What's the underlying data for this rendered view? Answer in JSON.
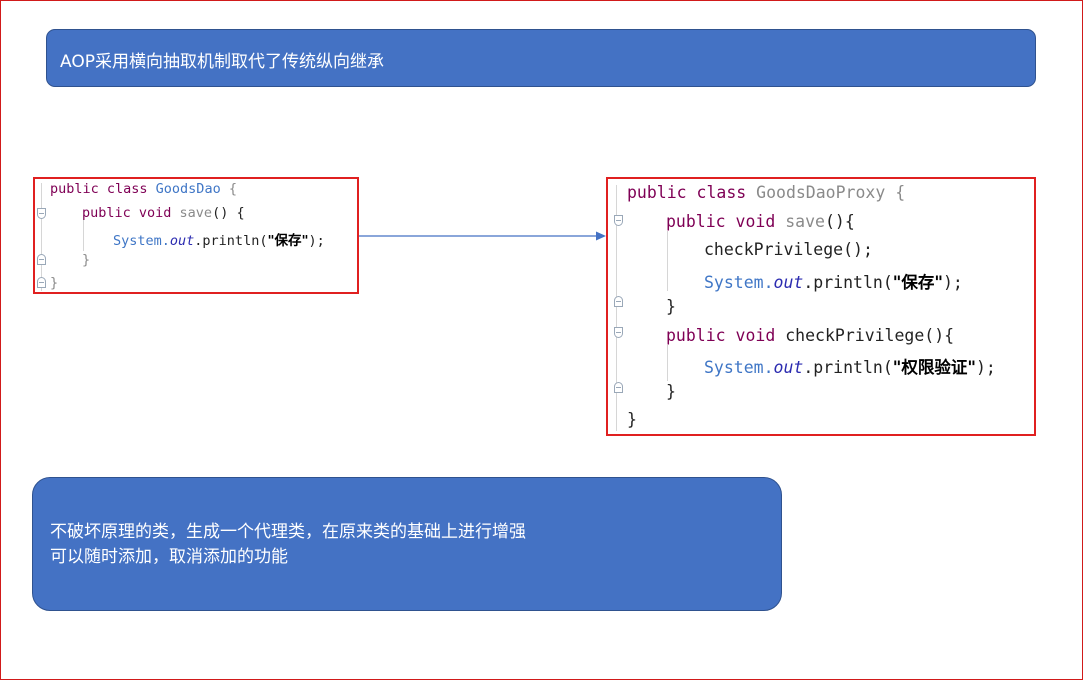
{
  "banner": {
    "text": "AOP采用横向抽取机制取代了传统纵向继承"
  },
  "note": {
    "line1": "不破坏原理的类，生成一个代理类，在原来类的基础上进行增强",
    "line2": "可以随时添加，取消添加的功能"
  },
  "original_class": {
    "l1_kw": "public class ",
    "l1_name": "GoodsDao",
    "l1_brace": " {",
    "l2_kw": "public void ",
    "l2_method": "save",
    "l2_rest": "() {",
    "l3_sys": "System.",
    "l3_out": "out",
    "l3_call": ".println(",
    "l3_str": "\"保存\"",
    "l3_end": ");",
    "l4": "}",
    "l5": "}"
  },
  "proxy_class": {
    "l1_kw": "public class ",
    "l1_name": "GoodsDaoProxy",
    "l1_brace": " {",
    "l2_kw": "public  void  ",
    "l2_method": "save",
    "l2_rest": "(){",
    "l3": "checkPrivilege();",
    "l4_sys": "System.",
    "l4_out": "out",
    "l4_call": ".println(",
    "l4_str": "\"保存\"",
    "l4_end": ");",
    "l5": "}",
    "l6_kw": "public void  ",
    "l6_method": "checkPrivilege",
    "l6_rest": "(){",
    "l7_sys": "System.",
    "l7_out": "out",
    "l7_call": ".println(",
    "l7_str": "\"权限验证\"",
    "l7_end": ");",
    "l8": "}",
    "l9": "}"
  },
  "colors": {
    "box_fill": "#4472c4",
    "box_border": "#2f528f",
    "highlight_border": "#e02020",
    "keyword": "#7f0055",
    "type_name": "#3f76c6",
    "arrow": "#4472c4"
  }
}
